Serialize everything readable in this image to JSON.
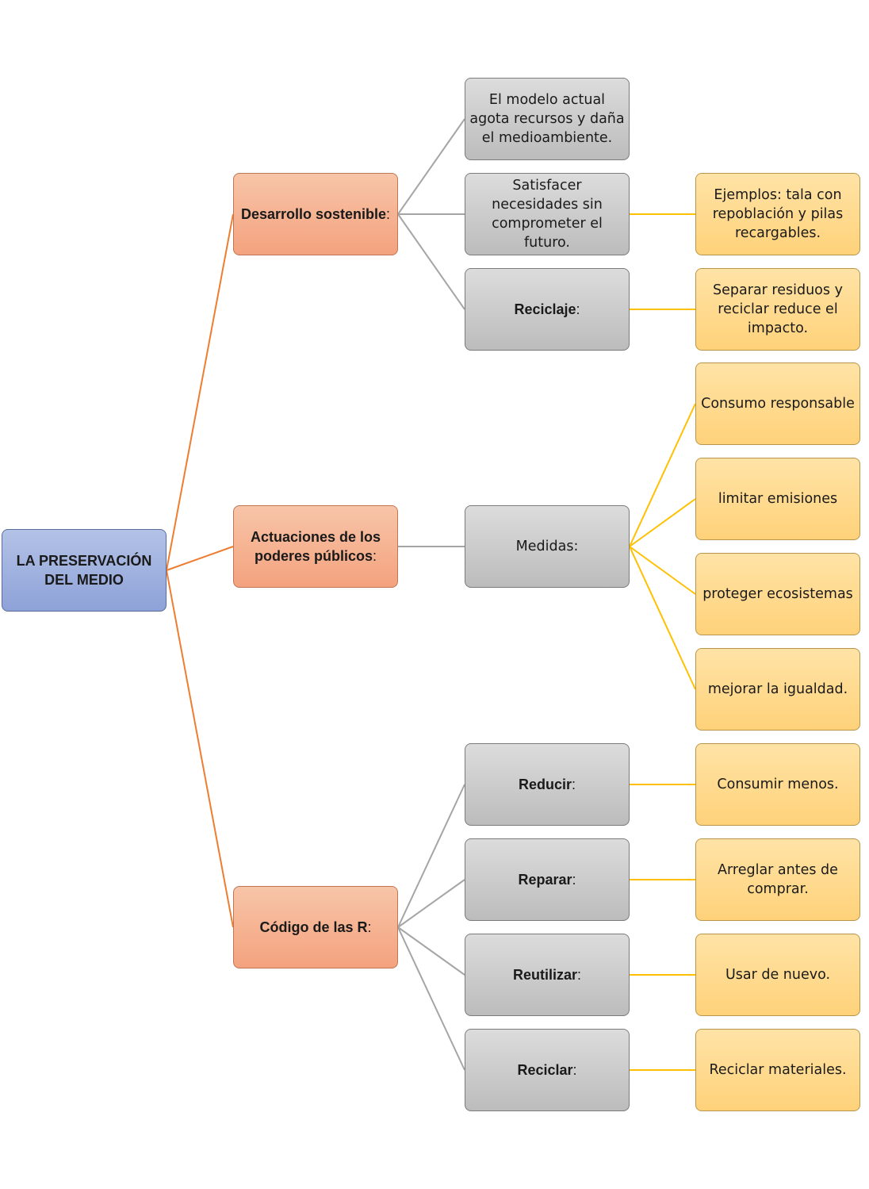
{
  "colors": {
    "root_fill": "#9aacdd",
    "category_fill": "#f5b090",
    "gray_fill": "#c9c9c9",
    "leaf_fill": "#ffd98c",
    "link_root": "#ed7d31",
    "link_gray": "#a5a5a5",
    "link_leaf": "#ffc000"
  },
  "nodes": {
    "root": "LA PRESERVACIÓN DEL MEDIO",
    "desarrollo": {
      "bold": "Desarrollo sostenible",
      "rest": ":"
    },
    "actuaciones": {
      "bold": "Actuaciones de los poderes públicos",
      "rest": ":"
    },
    "codigo": {
      "bold": "Código de las R",
      "rest": ":"
    },
    "modelo_actual": "El modelo actual agota recursos y daña el medioambiente.",
    "satisfacer": "Satisfacer necesidades sin comprometer el futuro.",
    "reciclaje": {
      "bold": "Reciclaje",
      "rest": ":"
    },
    "ejemplos": "Ejemplos: tala con repoblación y pilas recargables.",
    "separar": "Separar residuos y reciclar reduce el impacto.",
    "medidas": "Medidas:",
    "consumo_responsable": "Consumo responsable",
    "limitar": "limitar emisiones",
    "proteger": "proteger ecosistemas",
    "mejorar": "mejorar la igualdad.",
    "reducir": {
      "bold": "Reducir",
      "rest": ":"
    },
    "reparar": {
      "bold": "Reparar",
      "rest": ":"
    },
    "reutilizar": {
      "bold": "Reutilizar",
      "rest": ":"
    },
    "reciclar": {
      "bold": "Reciclar",
      "rest": ":"
    },
    "consumir_menos": "Consumir menos.",
    "arreglar": "Arreglar antes de comprar.",
    "usar_nuevo": "Usar de nuevo.",
    "reciclar_materiales": "Reciclar materiales."
  },
  "links": [
    [
      "root",
      "desarrollo",
      "link_root"
    ],
    [
      "root",
      "actuaciones",
      "link_root"
    ],
    [
      "root",
      "codigo",
      "link_root"
    ],
    [
      "desarrollo",
      "modelo_actual",
      "link_gray"
    ],
    [
      "desarrollo",
      "satisfacer",
      "link_gray"
    ],
    [
      "desarrollo",
      "reciclaje",
      "link_gray"
    ],
    [
      "satisfacer",
      "ejemplos",
      "link_leaf"
    ],
    [
      "reciclaje",
      "separar",
      "link_leaf"
    ],
    [
      "actuaciones",
      "medidas",
      "link_gray"
    ],
    [
      "medidas",
      "consumo_responsable",
      "link_leaf"
    ],
    [
      "medidas",
      "limitar",
      "link_leaf"
    ],
    [
      "medidas",
      "proteger",
      "link_leaf"
    ],
    [
      "medidas",
      "mejorar",
      "link_leaf"
    ],
    [
      "codigo",
      "reducir",
      "link_gray"
    ],
    [
      "codigo",
      "reparar",
      "link_gray"
    ],
    [
      "codigo",
      "reutilizar",
      "link_gray"
    ],
    [
      "codigo",
      "reciclar",
      "link_gray"
    ],
    [
      "reducir",
      "consumir_menos",
      "link_leaf"
    ],
    [
      "reparar",
      "arreglar",
      "link_leaf"
    ],
    [
      "reutilizar",
      "usar_nuevo",
      "link_leaf"
    ],
    [
      "reciclar",
      "reciclar_materiales",
      "link_leaf"
    ]
  ]
}
